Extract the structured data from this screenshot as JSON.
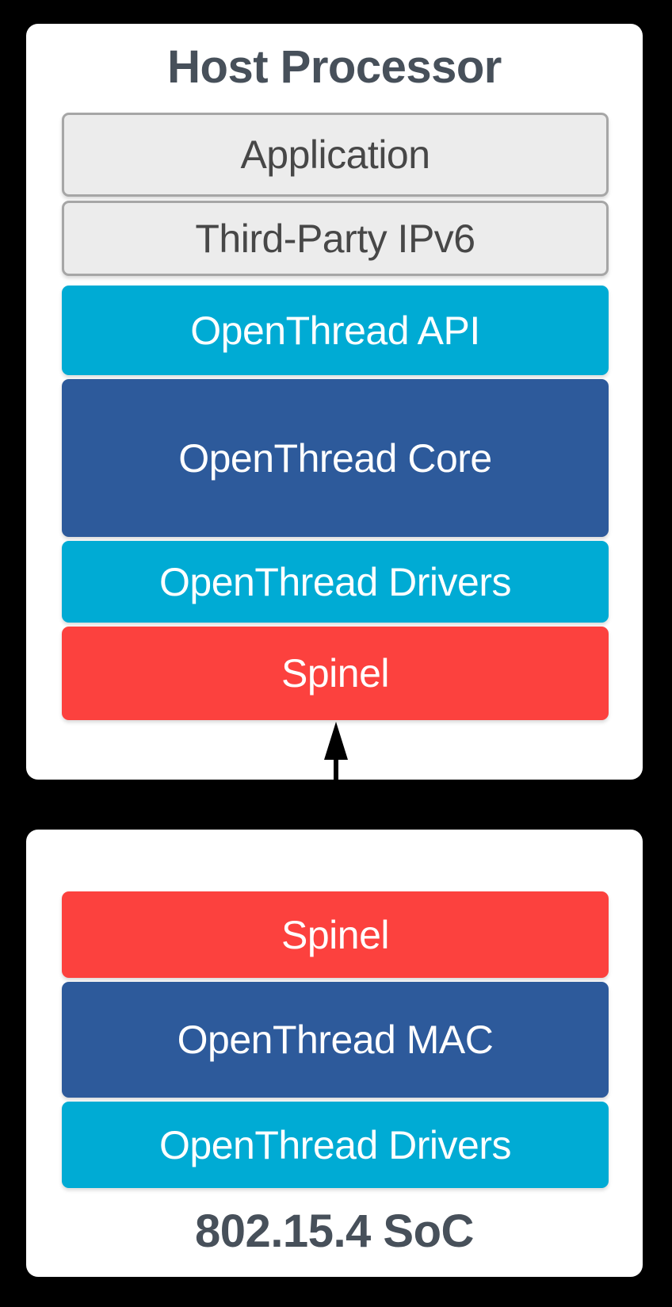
{
  "palette": {
    "page_bg": "#000000",
    "panel_bg": "#FFFFFF",
    "gray_fill": "#ECECEC",
    "gray_border": "#A6A6A6",
    "cyan": "#00ABD4",
    "blue": "#2D5A9B",
    "red": "#FC413E",
    "title_text": "#47505A",
    "dark_label_text": "#474747",
    "light_label_text": "#FFFFFF",
    "arrow_color": "#000000"
  },
  "host_processor": {
    "title": "Host Processor",
    "layers": [
      {
        "label": "Application",
        "color_key": "gray"
      },
      {
        "label": "Third-Party IPv6",
        "color_key": "gray"
      },
      {
        "label": "OpenThread API",
        "color_key": "cyan"
      },
      {
        "label": "OpenThread Core",
        "color_key": "blue"
      },
      {
        "label": "OpenThread Drivers",
        "color_key": "cyan"
      },
      {
        "label": "Spinel",
        "color_key": "red"
      }
    ]
  },
  "connector": {
    "type": "double-headed-vertical-arrow",
    "connects": [
      "Spinel (Host Processor)",
      "Spinel (802.15.4 SoC)"
    ]
  },
  "soc": {
    "title": "802.15.4 SoC",
    "layers": [
      {
        "label": "Spinel",
        "color_key": "red"
      },
      {
        "label": "OpenThread MAC",
        "color_key": "blue"
      },
      {
        "label": "OpenThread Drivers",
        "color_key": "cyan"
      }
    ]
  }
}
